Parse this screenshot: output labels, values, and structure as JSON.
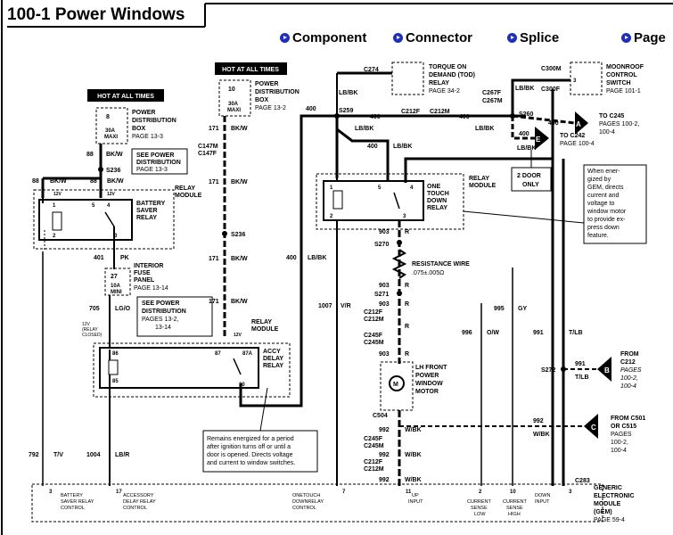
{
  "title": "100-1 Power Windows",
  "nav": {
    "component": "Component",
    "connector": "Connector",
    "splice": "Splice",
    "page": "Page"
  },
  "labels": {
    "hot1": "HOT AT ALL TIMES",
    "hot2": "HOT AT ALL TIMES",
    "pdb_title_a": "POWER",
    "pdb_title_b": "DISTRIBUTION",
    "pdb_title_c": "BOX",
    "pdb_page1": "PAGE 13-3",
    "pdb_page2": "PAGE 13-2",
    "fuse8": "8",
    "fuse10": "10",
    "maxi30a": "30A",
    "maxi": "MAXI",
    "c_88a": "88",
    "c_88b": "88",
    "c_88c": "88",
    "bkw": "BK/W",
    "s236a": "S236",
    "s236b": "S236",
    "see_pdb1": "SEE POWER",
    "see_pdb2": "DISTRIBUTION",
    "see_pdb3": "PAGE 13-3",
    "relay_module": "RELAY",
    "relay_module_b": "MODULE",
    "battery_saver1": "BATTERY",
    "battery_saver2": "SAVER",
    "battery_saver3": "RELAY",
    "w401": "401",
    "pk": "PK",
    "ifp1": "INTERIOR",
    "ifp2": "FUSE",
    "ifp3": "PANEL",
    "ifp4": "PAGE 13-14",
    "fuse27": "27",
    "amp10": "10A",
    "mini": "MINI",
    "w705": "705",
    "lgo": "LG/O",
    "see_pdb4": "SEE POWER",
    "see_pdb5": "DISTRIBUTION",
    "see_pdb6": "PAGES 13-2,",
    "see_pdb7": "13-14",
    "relay_closed1": "12V",
    "relay_closed2": "(RELAY",
    "relay_closed3": "CLOSED)",
    "accy1": "ACCY",
    "accy2": "DELAY",
    "accy3": "RELAY",
    "w171a": "171",
    "w171b": "171",
    "w171c": "171",
    "w171d": "171",
    "c147m": "C147M",
    "c147f": "C147F",
    "w792": "792",
    "tv": "T/V",
    "w1004": "1004",
    "lbr": "LB/R",
    "remains1": "Remains energized for a period",
    "remains2": "after ignition turns off or until a",
    "remains3": "door is opened. Directs voltage",
    "remains4": "and current to window switches.",
    "c274": "C274",
    "tod1": "TORQUE ON",
    "tod2": "DEMAND (TOD)",
    "tod3": "RELAY",
    "tod4": "PAGE 34-2",
    "s259": "S259",
    "c212f": "C212F",
    "c212m": "C212M",
    "w400": "400",
    "lbbk": "LB/BK",
    "onetouch1": "ONE",
    "onetouch2": "TOUCH",
    "onetouch3": "DOWN",
    "onetouch4": "RELAY",
    "gem_note1": "When ener-",
    "gem_note2": "gized by",
    "gem_note3": "GEM, directs",
    "gem_note4": "current and",
    "gem_note5": "voltage to",
    "gem_note6": "window motor",
    "gem_note7": "to provide ex-",
    "gem_note8": "press down",
    "gem_note9": "feature.",
    "w903": "903",
    "r": "R",
    "s270": "S270",
    "res_wire": "RESISTANCE WIRE",
    "res_val": ".075±.005Ω",
    "s271": "S271",
    "c245f": "C245F",
    "c245m": "C245M",
    "c212f2": "C212F",
    "c212m2": "C212M",
    "lhfront1": "LH FRONT",
    "lhfront2": "POWER",
    "lhfront3": "WINDOW",
    "lhfront4": "MOTOR",
    "c504": "C504",
    "w992": "992",
    "wbk": "W/BK",
    "w1007": "1007",
    "vr": "V/R",
    "w996": "996",
    "ow": "O/W",
    "w995": "995",
    "gy": "GY",
    "w991": "991",
    "tlb": "T/LB",
    "s272": "S272",
    "moonroof1": "MOONROOF",
    "moonroof2": "CONTROL",
    "moonroof3": "SWITCH",
    "moonroof4": "PAGE 101-1",
    "c300m": "C300M",
    "c300f": "C300F",
    "c267f": "C267F",
    "c267m": "C267M",
    "s260": "S260",
    "tag_a": "A",
    "tag_b": "B",
    "tag_c": "C",
    "tag_e": "E",
    "to_c245a": "TO C245",
    "to_c245b": "PAGES 100-2,",
    "to_c245c": "100-4",
    "to_c242a": "TO C242",
    "to_c242b": "PAGE 100-4",
    "two_door1": "2 DOOR",
    "two_door2": "ONLY",
    "from_c212a": "FROM",
    "from_c212b": "C212",
    "from_c212c": "PAGES",
    "from_c212d": "100-2,",
    "from_c212e": "100-4",
    "from_c501a": "FROM C501",
    "from_c501b": "OR C515",
    "from_c501c": "PAGES",
    "from_c501d": "100-2,",
    "from_c501e": "100-4",
    "c283": "C283",
    "gem1": "GENERIC",
    "gem2": "ELECTRONIC",
    "gem3": "MODULE",
    "gem4": "(GEM)",
    "gem5": "PAGE 59-4",
    "pin3": "3",
    "pin17": "17",
    "pin7": "7",
    "pin2": "2",
    "pin10": "10",
    "pin11": "11",
    "pin3b": "3",
    "bsrc1": "BATTERY",
    "bsrc2": "SAVER RELAY",
    "bsrc3": "CONTROL",
    "adrc1": "ACCESSORY",
    "adrc2": "DELAY RELAY",
    "adrc3": "CONTROL",
    "otd1": "ONETOUCH",
    "otd2": "DOWNRELAY",
    "otd3": "CONTROL",
    "up1": "UP",
    "up2": "INPUT",
    "cs1": "CURRENT",
    "cs2": "SENSE",
    "cs3": "LOW",
    "cs4": "CURRENT",
    "cs5": "SENSE",
    "cs6": "HIGH",
    "down1": "DOWN",
    "down2": "INPUT",
    "p1": "1",
    "p2": "2",
    "p3": "3",
    "p4": "4",
    "p5": "5",
    "p8": "8",
    "p12v": "12V",
    "p85": "85",
    "p86": "86",
    "p87": "87",
    "p87a": "87A",
    "p30": "30"
  }
}
